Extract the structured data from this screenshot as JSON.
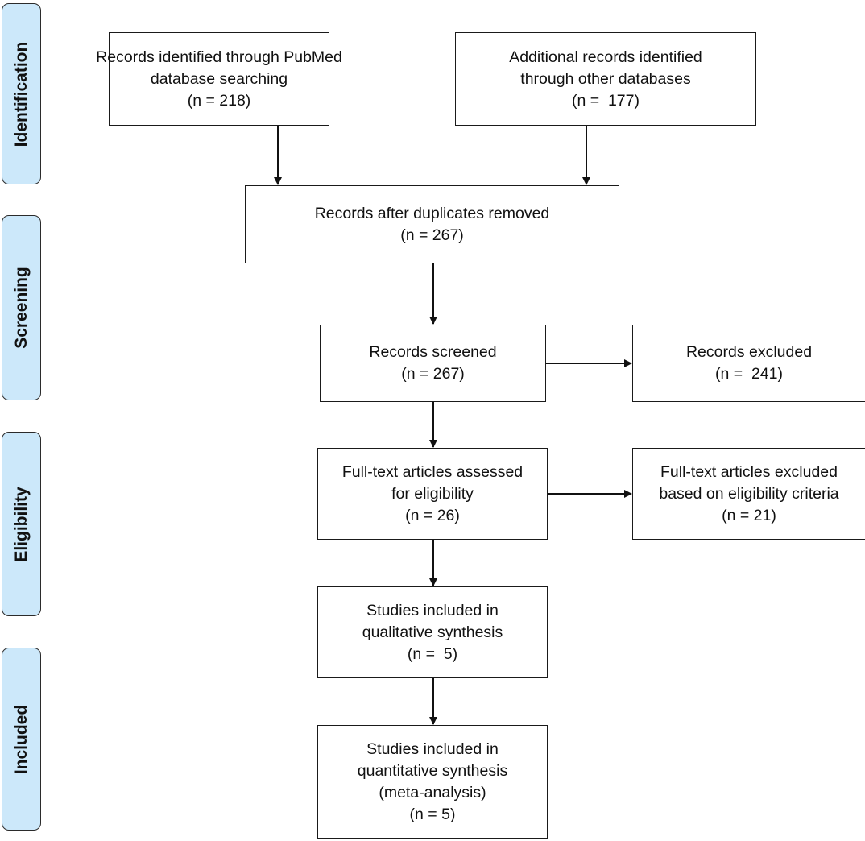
{
  "phases": [
    {
      "id": "identification",
      "label": "Identification"
    },
    {
      "id": "screening",
      "label": "Screening"
    },
    {
      "id": "eligibility",
      "label": "Eligibility"
    },
    {
      "id": "included",
      "label": "Included"
    }
  ],
  "boxes": {
    "pubmed_records": {
      "lines": [
        "Records identified through PubMed",
        "database searching",
        "(n = 218)"
      ]
    },
    "other_records": {
      "lines": [
        "Additional records identified",
        "through other databases",
        "(n =  177)"
      ]
    },
    "after_duplicates": {
      "lines": [
        "Records after duplicates removed",
        "(n = 267)"
      ]
    },
    "screened": {
      "lines": [
        "Records screened",
        "(n = 267)"
      ]
    },
    "excluded": {
      "lines": [
        "Records excluded",
        "(n =  241)"
      ]
    },
    "fulltext_assessed": {
      "lines": [
        "Full-text articles assessed",
        "for eligibility",
        "(n = 26)"
      ]
    },
    "fulltext_excluded": {
      "lines": [
        "Full-text articles excluded",
        "based on eligibility criteria",
        "(n = 21)"
      ]
    },
    "qualitative": {
      "lines": [
        "Studies included in",
        "qualitative synthesis",
        "(n =  5)"
      ]
    },
    "quantitative": {
      "lines": [
        "Studies included in",
        "quantitative synthesis",
        "(meta-analysis)",
        "(n = 5)"
      ]
    }
  },
  "colors": {
    "phase_fill": "#cce8fa",
    "border": "#1a1a1a",
    "arrow": "#111111"
  }
}
